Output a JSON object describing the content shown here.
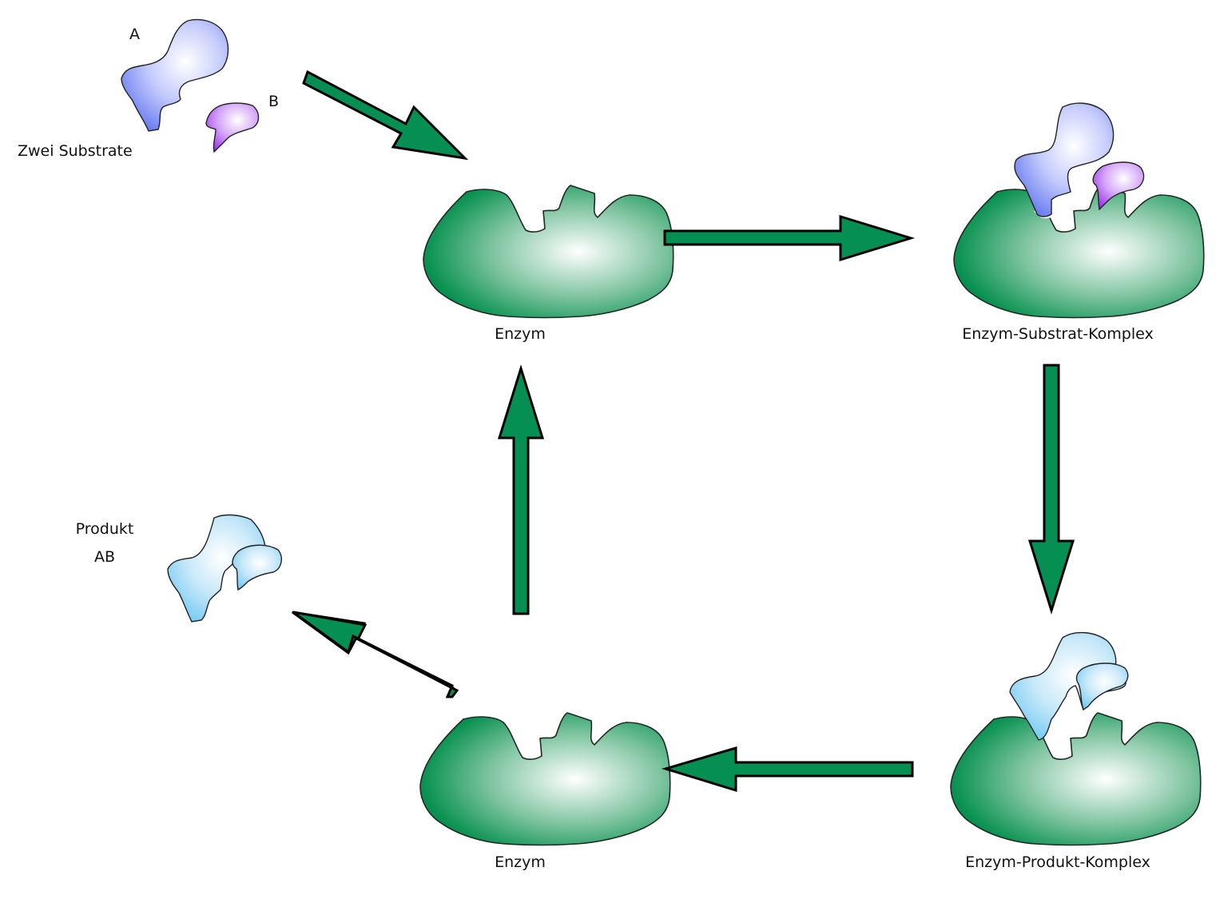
{
  "diagram": {
    "title": "Enzym-Katalyse mit zwei Substraten",
    "colors": {
      "enzyme_dark": "#06904f",
      "enzyme_light": "#ffffff",
      "arrow_fill": "#068f52",
      "substrate_a_dark": "#6a7cf0",
      "substrate_b_dark": "#9a2ee8",
      "product_dark": "#6ec8f2",
      "outline": "#000000"
    },
    "labels": {
      "substrate_a": "A",
      "substrate_b": "B",
      "two_substrates": "Zwei Substrate",
      "enzyme_top": "Enzym",
      "enzyme_substrate_complex": "Enzym-Substrat-Komplex",
      "enzyme_product_complex": "Enzym-Produkt-Komplex",
      "enzyme_bottom": "Enzym",
      "product_line1": "Produkt",
      "product_line2": "AB"
    },
    "steps": [
      {
        "from": "Zwei Substrate",
        "to": "Enzym"
      },
      {
        "from": "Enzym",
        "to": "Enzym-Substrat-Komplex"
      },
      {
        "from": "Enzym-Substrat-Komplex",
        "to": "Enzym-Produkt-Komplex"
      },
      {
        "from": "Enzym-Produkt-Komplex",
        "to": "Enzym"
      },
      {
        "from": "Enzym",
        "to": "Produkt AB"
      },
      {
        "from": "Enzym",
        "to": "Enzym"
      }
    ]
  }
}
